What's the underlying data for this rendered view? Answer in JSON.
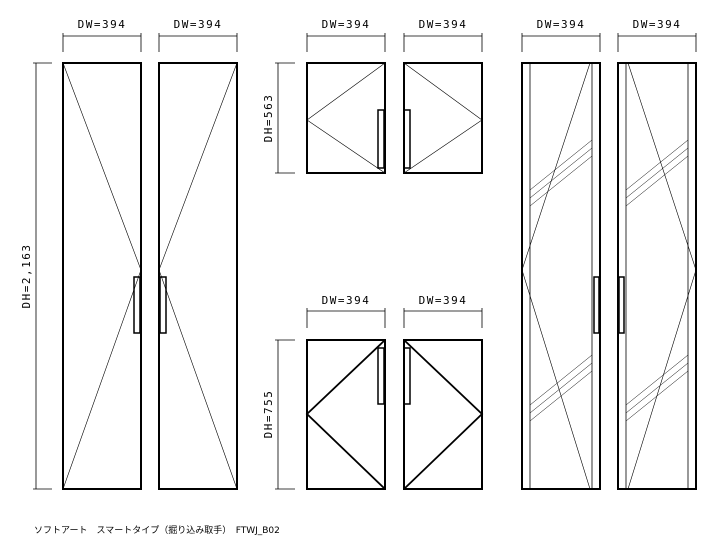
{
  "dimensions": {
    "top_widths": [
      "DW=394",
      "DW=394",
      "DW=394",
      "DW=394",
      "DW=394",
      "DW=394"
    ],
    "lower_widths": [
      "DW=394",
      "DW=394"
    ],
    "tall_height": "DH=2,163",
    "upper_height": "DH=563",
    "lower_height": "DH=755"
  },
  "caption": {
    "text": "ソフトアート　スマートタイプ（掘り込み取手）　FTWJ_B02"
  },
  "colors": {
    "line": "#000000",
    "background": "#ffffff"
  }
}
